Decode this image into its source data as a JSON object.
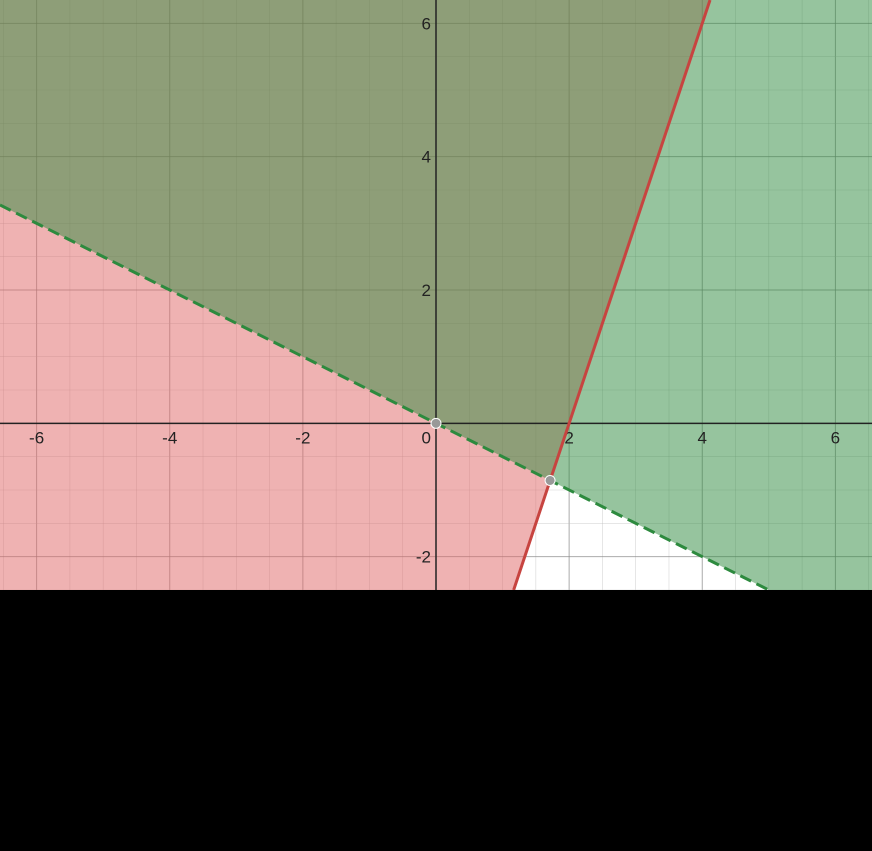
{
  "chart_data": {
    "type": "inequality-graph",
    "xlim": [
      -6.55,
      6.55
    ],
    "ylim": [
      -2.5,
      6.35
    ],
    "grid": true,
    "x_ticks": [
      -6,
      -4,
      -2,
      0,
      2,
      4,
      6
    ],
    "x_tick_labels": [
      "-6",
      "-4",
      "-2",
      "0",
      "2",
      "4",
      "6"
    ],
    "y_ticks": [
      -2,
      2,
      4,
      6
    ],
    "y_tick_labels": [
      "-2",
      "2",
      "4",
      "6"
    ],
    "regions": [
      {
        "name": "red-region",
        "boundary": {
          "x1": 2,
          "y1": 0,
          "x2": 4,
          "y2": 6
        },
        "boundary_style": "solid",
        "shaded_side": "left",
        "fill": "#e06666",
        "stroke": "#c74440"
      },
      {
        "name": "green-region",
        "boundary": {
          "x1": 0,
          "y1": 0,
          "x2": -4,
          "y2": 2
        },
        "boundary_style": "dashed",
        "shaded_side": "above",
        "fill": "#2d8a3e",
        "stroke": "#2d8a3e"
      }
    ],
    "points": [
      {
        "x": 0,
        "y": 0
      },
      {
        "x": 1.714,
        "y": -0.857
      }
    ]
  },
  "colors": {
    "axis": "#222222",
    "minor_grid": "#bbbbbb",
    "major_grid": "#888888",
    "point": "#999999"
  }
}
